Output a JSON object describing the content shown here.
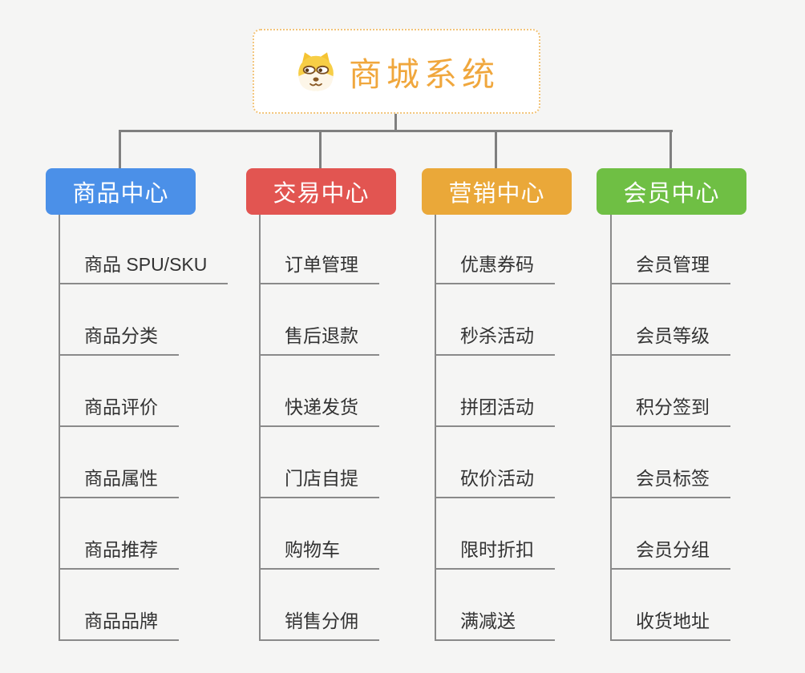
{
  "root": {
    "title": "商城系统",
    "icon": "dog-icon"
  },
  "colors": {
    "background": "#f5f5f4",
    "connector": "#7f7f7f",
    "leaf_underline": "#8a8a8a",
    "leaf_text": "#333333",
    "root_accent": "#f0a73d",
    "root_border": "#f2c47a",
    "branch_blue": "#4b90e8",
    "branch_red": "#e25551",
    "branch_orange": "#eaa839",
    "branch_green": "#6fbf44"
  },
  "branches": [
    {
      "label": "商品中心",
      "color": "#4b90e8",
      "items": [
        "商品 SPU/SKU",
        "商品分类",
        "商品评价",
        "商品属性",
        "商品推荐",
        "商品品牌"
      ]
    },
    {
      "label": "交易中心",
      "color": "#e25551",
      "items": [
        "订单管理",
        "售后退款",
        "快递发货",
        "门店自提",
        "购物车",
        "销售分佣"
      ]
    },
    {
      "label": "营销中心",
      "color": "#eaa839",
      "items": [
        "优惠券码",
        "秒杀活动",
        "拼团活动",
        "砍价活动",
        "限时折扣",
        "满减送"
      ]
    },
    {
      "label": "会员中心",
      "color": "#6fbf44",
      "items": [
        "会员管理",
        "会员等级",
        "积分签到",
        "会员标签",
        "会员分组",
        "收货地址"
      ]
    }
  ]
}
